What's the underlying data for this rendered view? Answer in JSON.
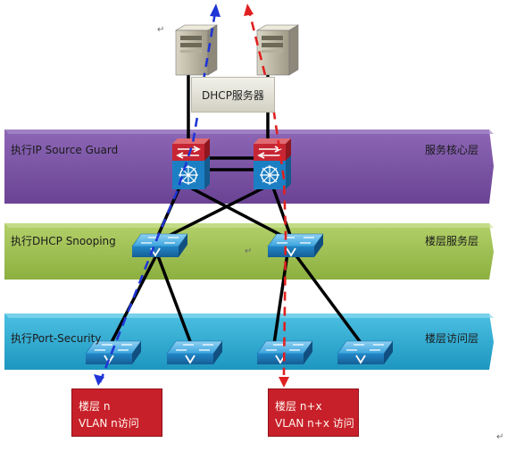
{
  "dhcp_server_label": "DHCP服务器",
  "layers": [
    {
      "left": "执行IP Source Guard",
      "right": "服务核心层",
      "color": "#7d55a8"
    },
    {
      "left": "执行DHCP Snooping",
      "right": "楼层服务层",
      "color": "#9bbd4e"
    },
    {
      "left": "执行Port-Security",
      "right": "楼层访问层",
      "color": "#2ea9cf"
    }
  ],
  "floor_boxes": [
    {
      "line1": "楼层 n",
      "line2": "VLAN n访问"
    },
    {
      "line1": "楼层 n+x",
      "line2": "VLAN n+x 访问"
    }
  ],
  "paragraph_mark": "↵",
  "colors": {
    "blue_path": "#1f35d6",
    "red_path": "#e02020",
    "core_switch_red": "#c62633",
    "core_switch_blue": "#1c7fc4",
    "switch_blue": "#2a93d4",
    "floor_box": "#c8202a"
  }
}
